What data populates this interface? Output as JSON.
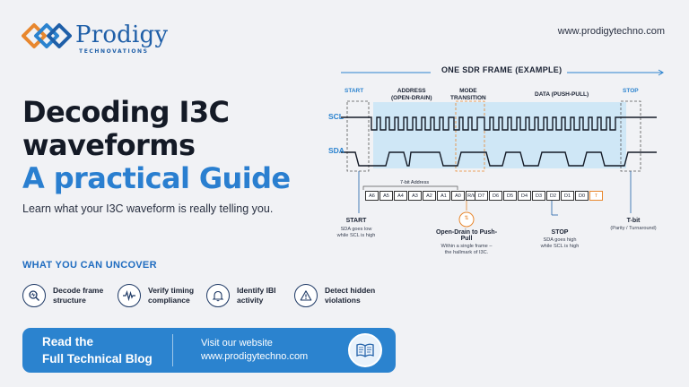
{
  "brand": {
    "name": "Prodigy",
    "tagline": "TECHNOVATIONS",
    "website_header": "www.prodigytechno.com",
    "colors": {
      "primary": "#2b83cf",
      "accent": "#e8872e",
      "dark": "#141a26"
    }
  },
  "hero": {
    "title_line1": "Decoding I3C",
    "title_line2": "waveforms",
    "title_line3": "A practical Guide",
    "subtitle": "Learn what your I3C waveform is really telling you."
  },
  "uncover": {
    "heading": "WHAT YOU CAN UNCOVER",
    "items": [
      {
        "icon": "magnify-icon",
        "label": "Decode frame structure"
      },
      {
        "icon": "waveform-icon",
        "label": "Verify timing compliance"
      },
      {
        "icon": "bell-icon",
        "label": "Identify IBI activity"
      },
      {
        "icon": "warning-icon",
        "label": "Detect hidden violations"
      }
    ]
  },
  "cta": {
    "left_line1": "Read the",
    "left_line2": "Full Technical Blog",
    "right_line1": "Visit our website",
    "right_line2": "www.prodigytechno.com",
    "icon": "book-icon"
  },
  "diagram": {
    "frame_title": "ONE SDR FRAME (EXAMPLE)",
    "phases": {
      "start": "START",
      "address_l1": "ADDRESS",
      "address_l2": "(OPEN-DRAIN)",
      "mode_l1": "MODE",
      "mode_l2": "TRANSITION",
      "data": "DATA (PUSH-PULL)",
      "stop": "STOP"
    },
    "signals": {
      "scl": "SCL",
      "sda": "SDA"
    },
    "address_label": "7-bit Address",
    "address_bits": [
      "A6",
      "A5",
      "A4",
      "A3",
      "A2",
      "A1",
      "A0",
      "R/W"
    ],
    "data_bits": [
      "D7",
      "D6",
      "D5",
      "D4",
      "D3",
      "D2",
      "D1",
      "D0",
      "T"
    ],
    "transition_marker": "⇅",
    "annotations": {
      "start_title": "START",
      "start_l1": "SDA goes low",
      "start_l2": "while SCL is high",
      "odpp_title": "Open-Drain to Push-Pull",
      "odpp_l1": "Within a single frame –",
      "odpp_l2": "the hallmark of I3C.",
      "stop_title": "STOP",
      "stop_l1": "SDA goes high",
      "stop_l2": "while SCL is high",
      "tbit_title": "T-bit",
      "tbit_l1": "(Parity / Turnaround)"
    }
  }
}
